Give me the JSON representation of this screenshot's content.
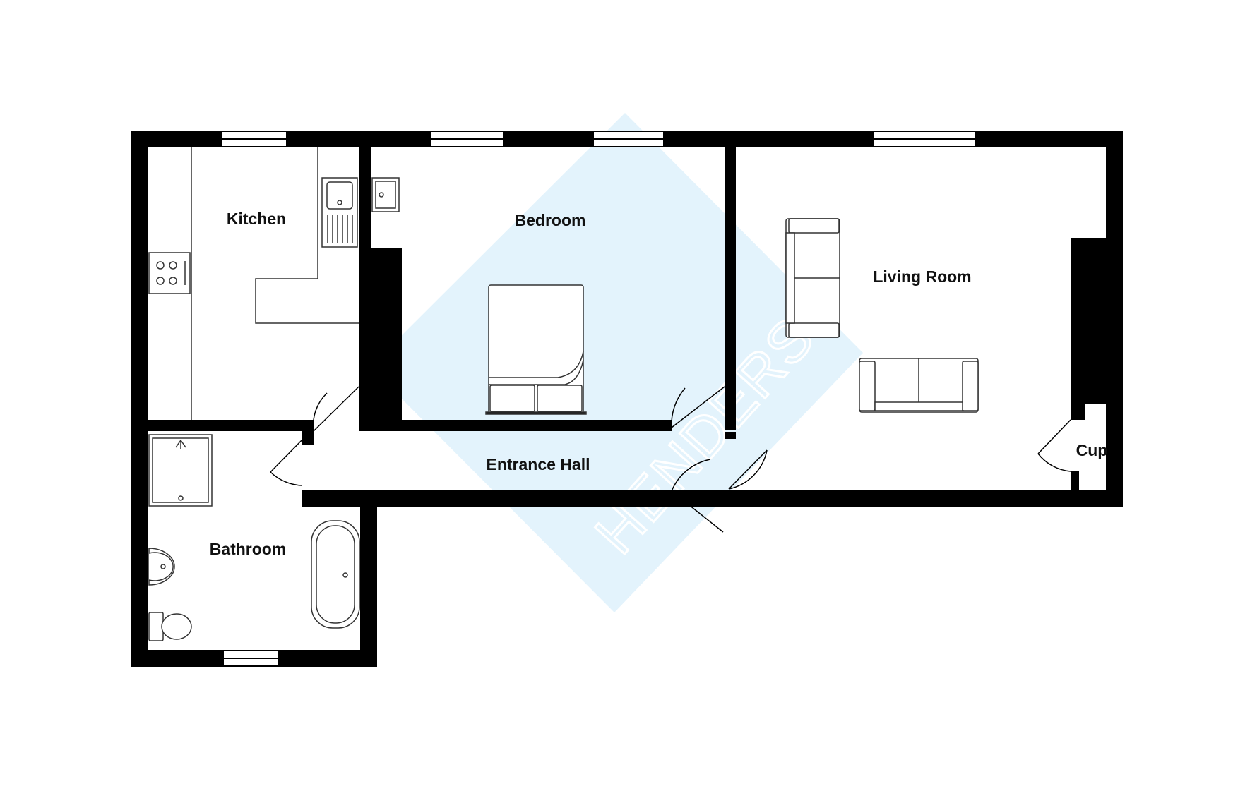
{
  "rooms": {
    "kitchen": "Kitchen",
    "bedroom": "Bedroom",
    "living_room": "Living Room",
    "entrance_hall": "Entrance Hall",
    "bathroom": "Bathroom",
    "cupboard": "Cup"
  },
  "watermark": {
    "text": "HENDERSONS",
    "color": "#e3f3fc"
  },
  "colors": {
    "wall": "#000000",
    "fixture_stroke": "#333333",
    "background": "#ffffff"
  }
}
